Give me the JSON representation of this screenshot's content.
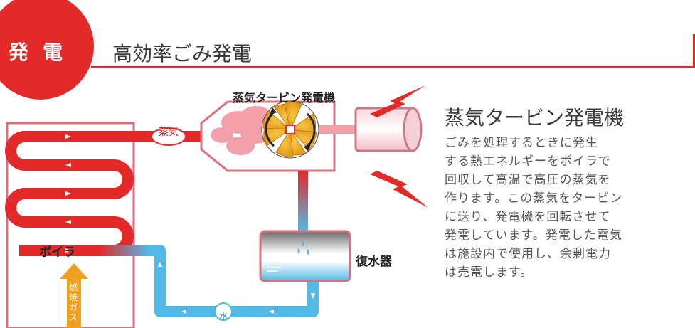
{
  "header": {
    "badge": "発電",
    "title": "高効率ごみ発電"
  },
  "diagram": {
    "turbine_label": "蒸気タービン発電機",
    "boiler_label": "ボイラ",
    "condenser_label": "復水器",
    "steam_label": "蒸気",
    "water_label": "水",
    "gas_label": "燃焼ガス"
  },
  "panel": {
    "title": "蒸気タービン発電機",
    "lines": [
      "ごみを処理するときに発生",
      "する熱エネルギーをボイラで",
      "回収して高温で高圧の蒸気を",
      "作ります。この蒸気をタービン",
      "に送り、発電機を回転させて",
      "発電しています。発電した電気",
      "は施設内で使用し、余剰電力",
      "は売電します。"
    ]
  },
  "colors": {
    "accent_red": "#e12a29",
    "pipe_blue": "#52b9e6",
    "pink": "#f3a0aa"
  }
}
